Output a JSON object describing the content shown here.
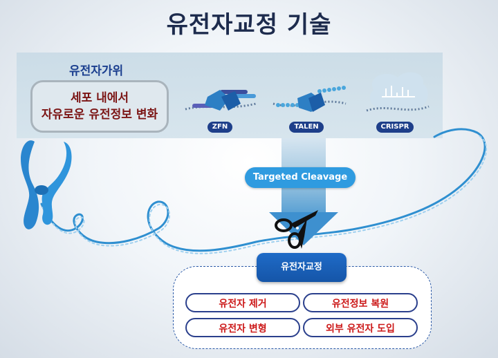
{
  "title": "유전자교정 기술",
  "banner": {
    "label": "유전자가위",
    "box_line1": "세포 내에서",
    "box_line2": "자유로운 유전정보 변화",
    "tools": [
      "ZFN",
      "TALEN",
      "CRISPR"
    ]
  },
  "cleavage_label": "Targeted Cleavage",
  "editing": {
    "center_label": "유전자교정",
    "options": [
      "유전자 제거",
      "유전정보 복원",
      "유전자 변형",
      "외부 유전자 도입"
    ]
  },
  "icons": [
    "chromosome-icon",
    "dna-strand-icon",
    "scissors-icon",
    "zfn-protein-icon",
    "talen-protein-icon",
    "crispr-cas9-icon"
  ],
  "colors": {
    "title": "#1d2b4d",
    "option_text": "#cc1818",
    "accent_blue": "#2f9be0",
    "banner_label": "#1b3f8f"
  }
}
